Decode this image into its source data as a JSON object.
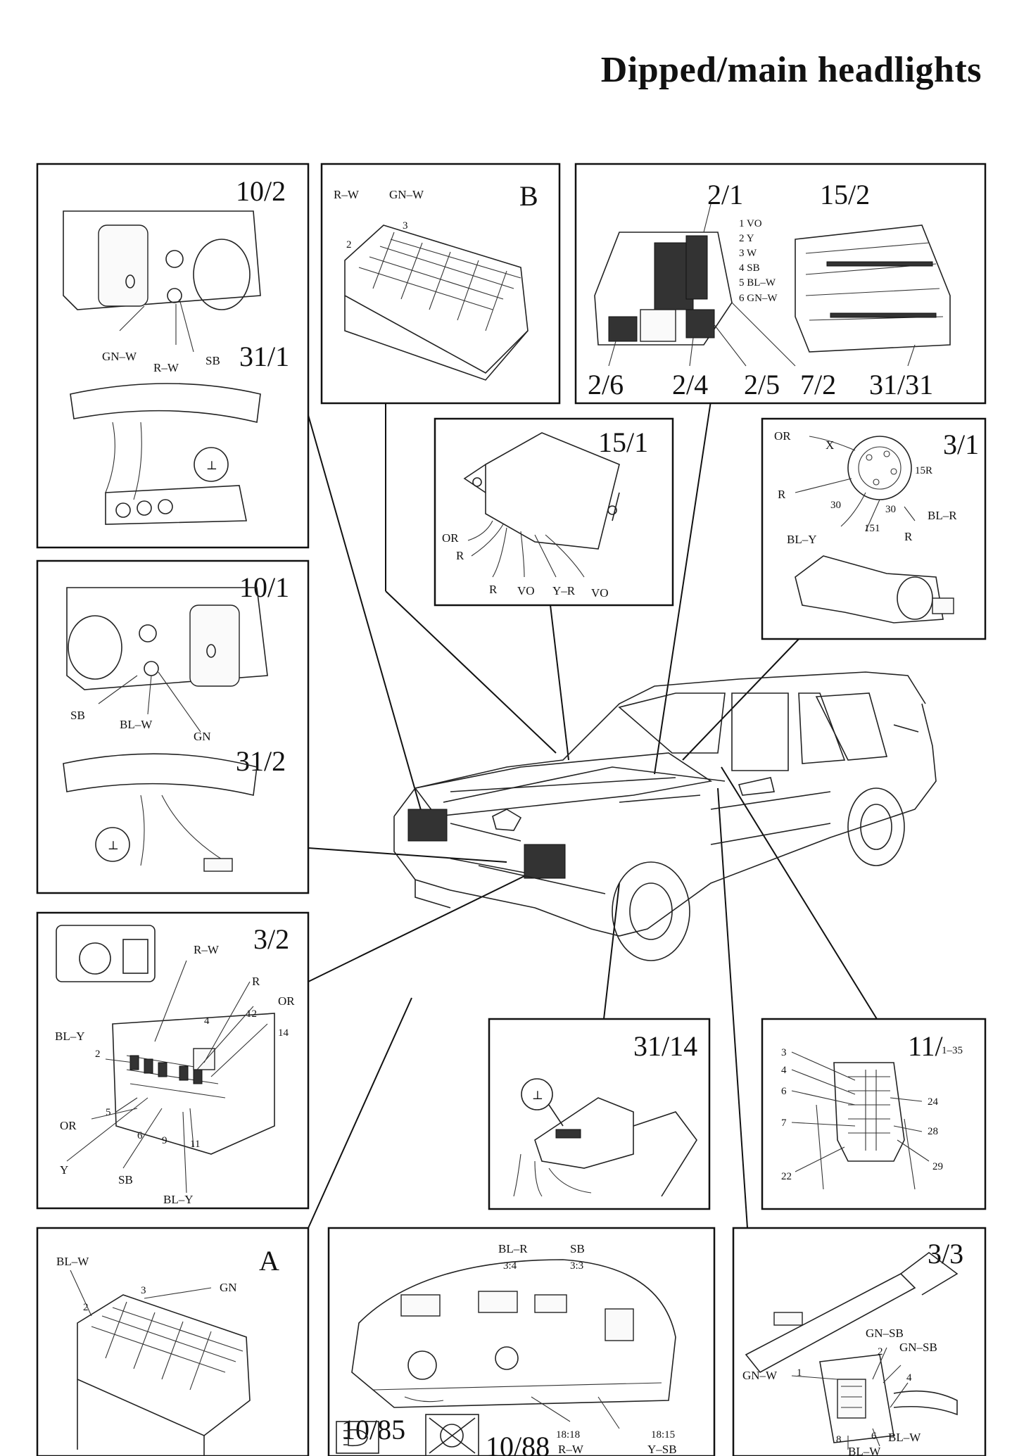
{
  "page": {
    "title": "Dipped/main headlights"
  },
  "panels": {
    "p10_2": {
      "ref_top": "10/2",
      "ref_bottom": "31/1",
      "wires": [
        "GN–W",
        "R–W",
        "SB"
      ]
    },
    "pB": {
      "ref": "B",
      "wires": [
        "R–W",
        "GN–W"
      ],
      "pins": [
        "2",
        "3"
      ]
    },
    "p2_1": {
      "refs": [
        "2/1",
        "15/2",
        "2/6",
        "2/4",
        "2/5",
        "7/2",
        "31/31"
      ],
      "legend": [
        "1 VO",
        "2 Y",
        "3 W",
        "4 SB",
        "5 BL–W",
        "6 GN–W"
      ]
    },
    "p15_1": {
      "ref": "15/1",
      "wires": [
        "OR",
        "R",
        "R",
        "VO",
        "Y–R",
        "VO"
      ]
    },
    "p3_1": {
      "ref": "3/1",
      "labels": [
        "OR",
        "X",
        "15R",
        "R",
        "30",
        "30",
        "BL–R",
        "BL–Y",
        "151",
        "R"
      ]
    },
    "p10_1": {
      "ref_top": "10/1",
      "ref_bottom": "31/2",
      "wires": [
        "SB",
        "BL–W",
        "GN"
      ]
    },
    "p3_2": {
      "ref": "3/2",
      "labels": [
        "R–W",
        "4",
        "R",
        "OR",
        "12",
        "14",
        "BL–Y",
        "2",
        "5",
        "OR",
        "6",
        "9",
        "11",
        "Y",
        "SB",
        "BL–Y"
      ]
    },
    "p31_14": {
      "ref": "31/14"
    },
    "p11": {
      "ref": "11/",
      "ref_sub": "1–35",
      "pins": [
        "3",
        "4",
        "6",
        "7",
        "24",
        "28",
        "22",
        "29"
      ]
    },
    "pA": {
      "ref": "A",
      "wires": [
        "BL–W",
        "GN"
      ],
      "pins": [
        "2",
        "3"
      ]
    },
    "pInst": {
      "labels": [
        "BL–R",
        "SB",
        "3:4",
        "3:3",
        "10/85",
        "10/88",
        "18:18",
        "R–W",
        "18:15",
        "Y–SB"
      ]
    },
    "p3_3": {
      "ref": "3/3",
      "labels": [
        "GN–SB",
        "2",
        "GN–SB",
        "GN–W",
        "1",
        "4",
        "8",
        "6",
        "BL–W",
        "BL–W"
      ]
    }
  }
}
